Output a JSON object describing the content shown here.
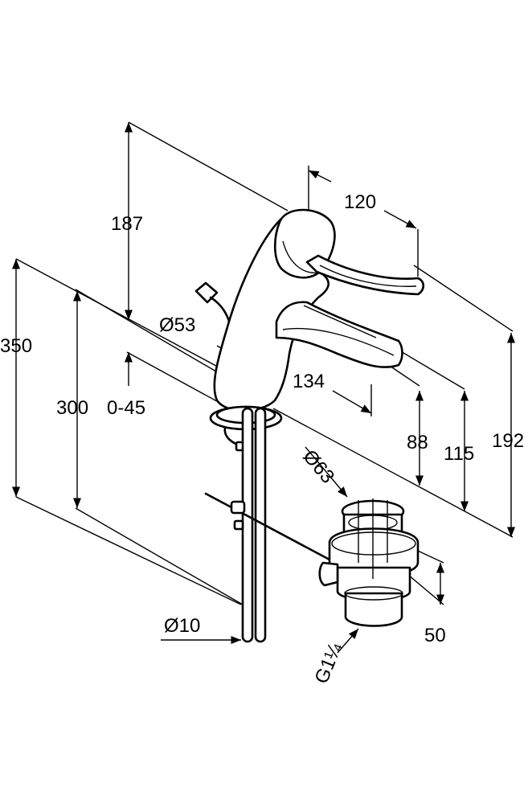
{
  "dimensions": {
    "d187": "187",
    "d120": "120",
    "d350": "350",
    "d300": "300",
    "d045": "0-45",
    "d53": "Ø53",
    "d134": "134",
    "d88": "88",
    "d115": "115",
    "d192": "192",
    "d63": "Ø63",
    "d50": "50",
    "d10": "Ø10",
    "dG": "G1¼"
  }
}
